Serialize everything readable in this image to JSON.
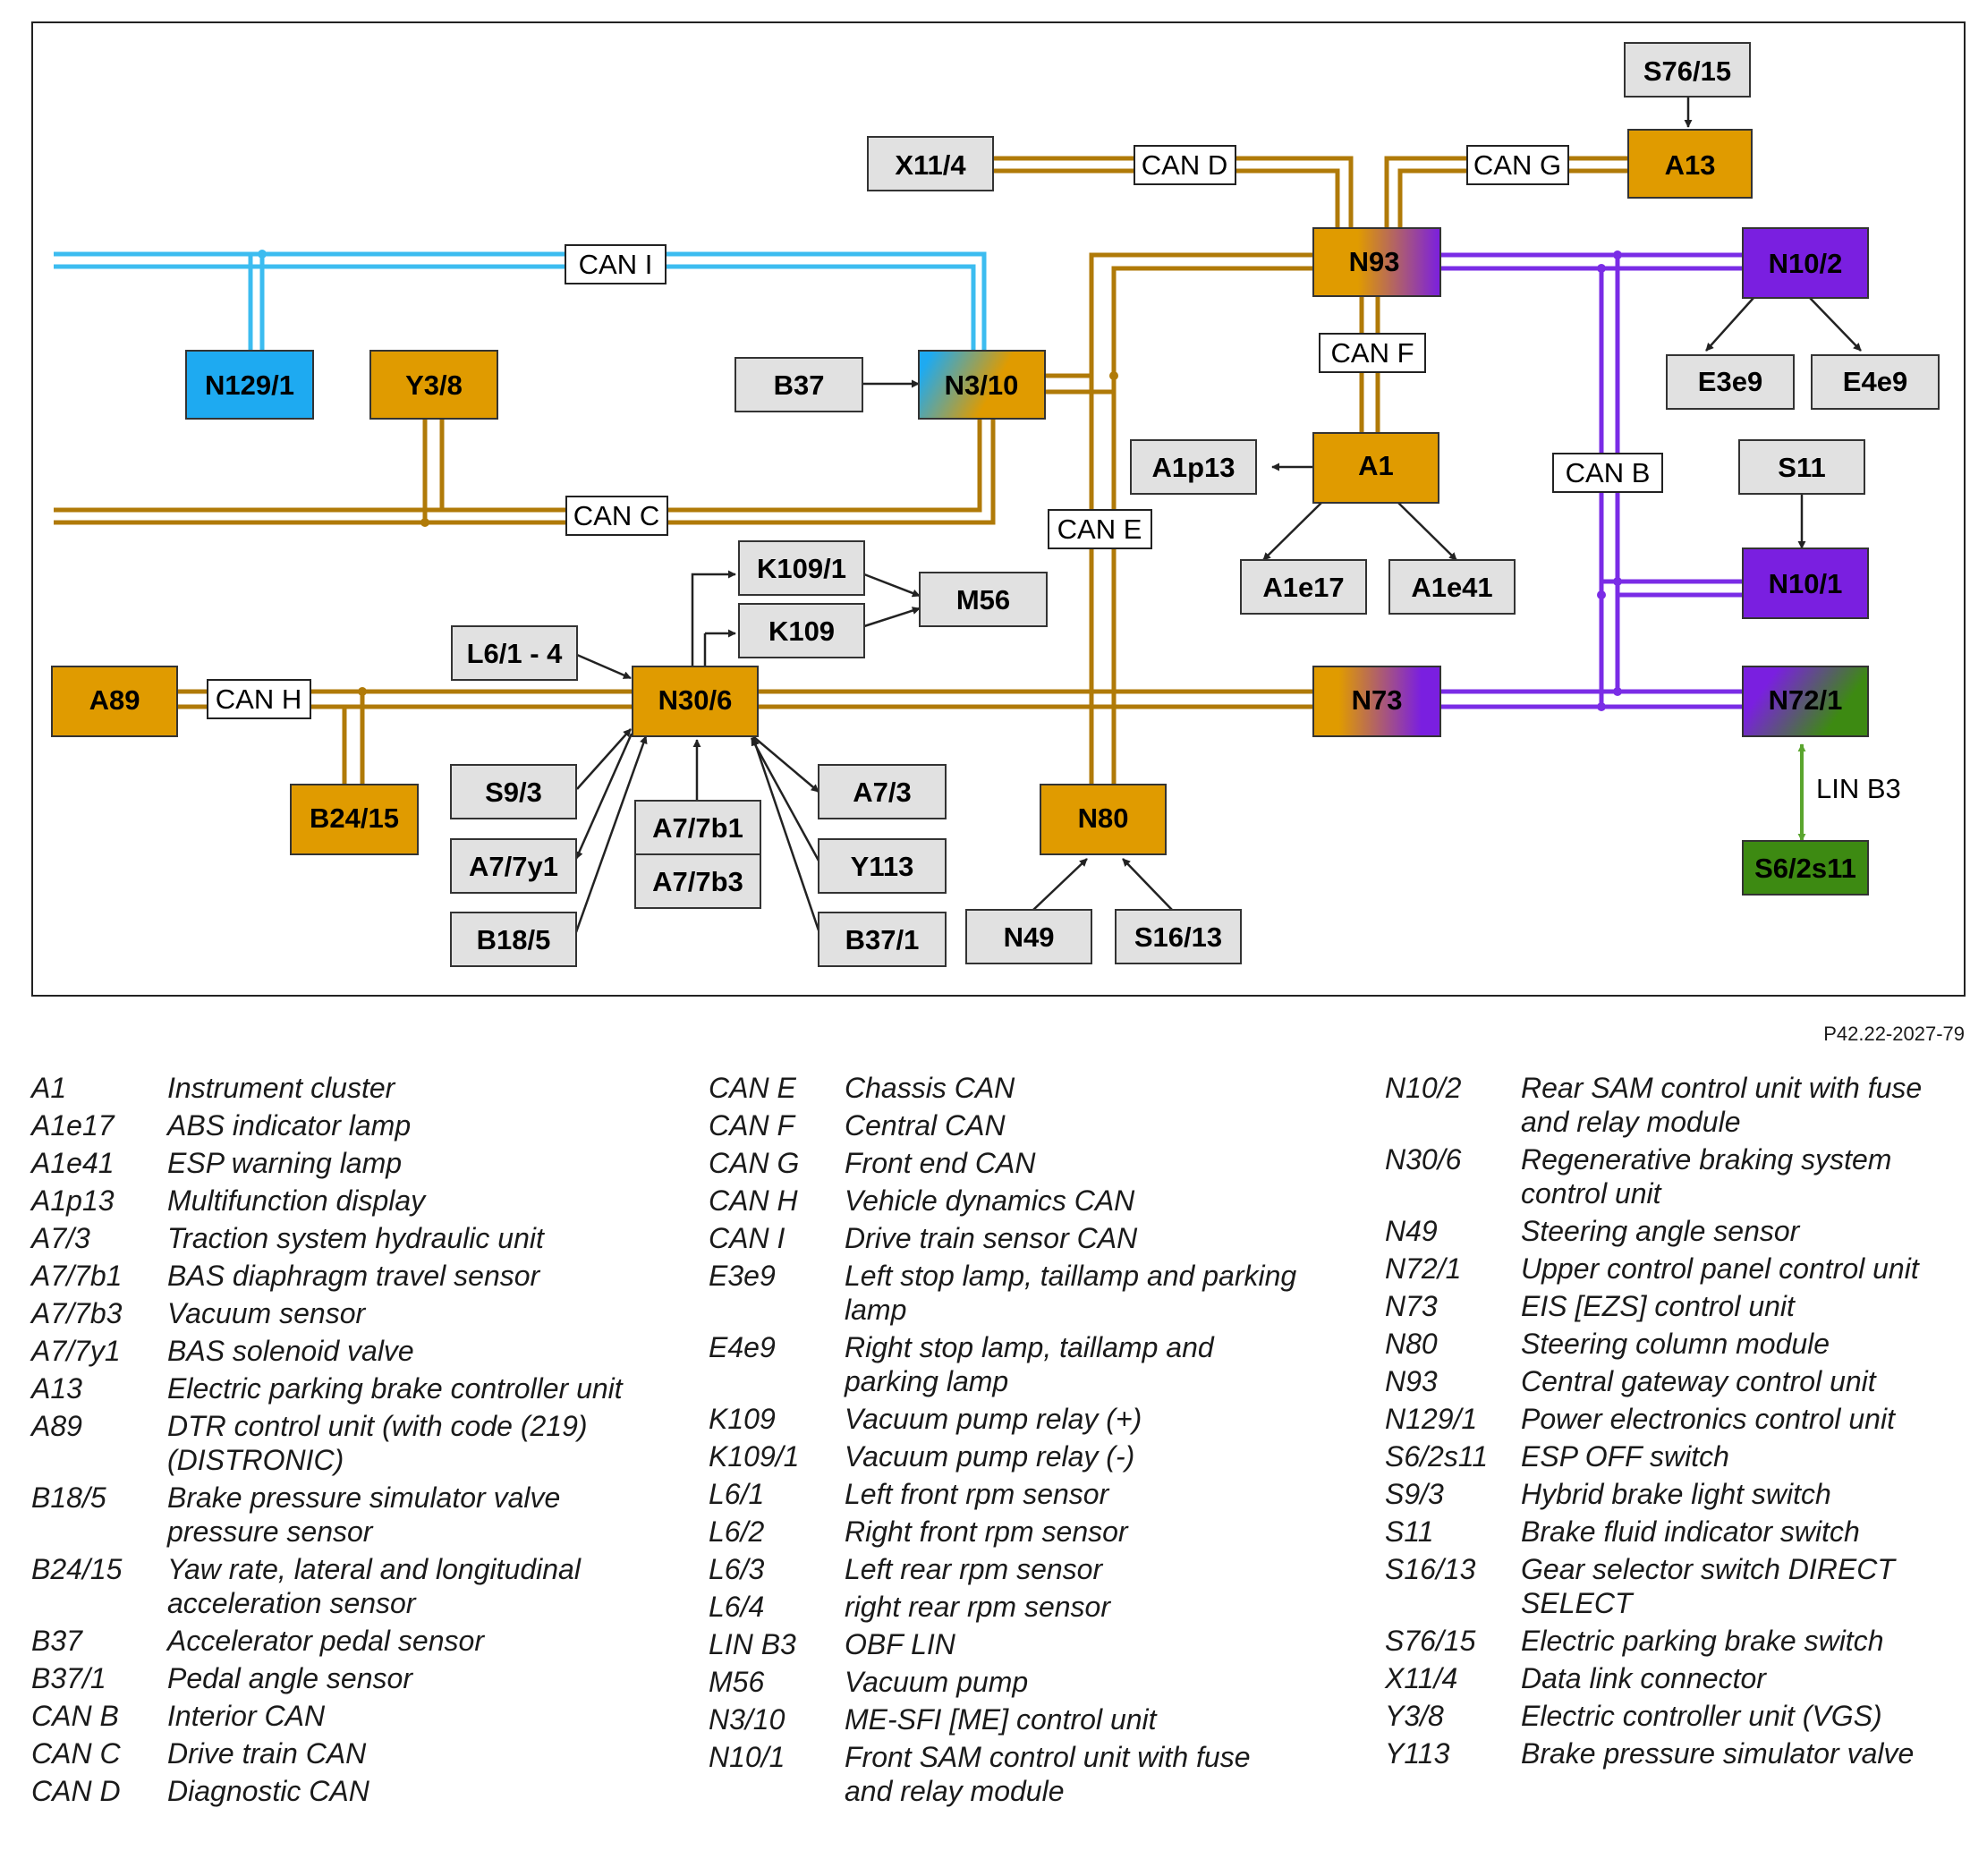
{
  "boxes": {
    "S76_15": "S76/15",
    "X11_4": "X11/4",
    "A13": "A13",
    "N93": "N93",
    "N10_2": "N10/2",
    "N129_1": "N129/1",
    "Y3_8": "Y3/8",
    "B37": "B37",
    "N3_10": "N3/10",
    "E3e9": "E3e9",
    "E4e9": "E4e9",
    "A1p13": "A1p13",
    "A1": "A1",
    "S11": "S11",
    "A1e17": "A1e17",
    "A1e41": "A1e41",
    "N10_1": "N10/1",
    "K109_1": "K109/1",
    "M56": "M56",
    "K109": "K109",
    "L6_1_4": "L6/1 - 4",
    "A89": "A89",
    "N30_6": "N30/6",
    "N73": "N73",
    "N72_1": "N72/1",
    "B24_15": "B24/15",
    "S9_3": "S9/3",
    "A7_7b1": "A7/7b1",
    "A7_3": "A7/3",
    "N80": "N80",
    "A7_7y1": "A7/7y1",
    "A7_7b3": "A7/7b3",
    "Y113": "Y113",
    "S6_2s11": "S6/2s11",
    "B18_5": "B18/5",
    "B37_1": "B37/1",
    "N49": "N49",
    "S16_13": "S16/13"
  },
  "buses": {
    "can_d": "CAN D",
    "can_g": "CAN G",
    "can_i": "CAN I",
    "can_f": "CAN F",
    "can_b": "CAN B",
    "can_c": "CAN C",
    "can_e": "CAN E",
    "can_h": "CAN H",
    "lin_b3": "LIN B3"
  },
  "reference": "P42.22-2027-79",
  "colors": {
    "orange": "#e09b00",
    "blue": "#1eaaf1",
    "purple": "#7a1fe0",
    "green": "#3d8a12",
    "gray": "#e1e1e1",
    "bus_brown": "#b07a08",
    "bus_blue": "#3cbcf0",
    "bus_purple": "#7a2ce6",
    "bus_green": "#5aa52e"
  },
  "legend": {
    "col1": [
      {
        "code": "A1",
        "desc": "Instrument cluster"
      },
      {
        "code": "A1e17",
        "desc": "ABS indicator lamp"
      },
      {
        "code": "A1e41",
        "desc": "ESP warning lamp"
      },
      {
        "code": "A1p13",
        "desc": "Multifunction display"
      },
      {
        "code": "A7/3",
        "desc": "Traction system hydraulic unit"
      },
      {
        "code": "A7/7b1",
        "desc": "BAS diaphragm travel sensor"
      },
      {
        "code": "A7/7b3",
        "desc": "Vacuum sensor"
      },
      {
        "code": "A7/7y1",
        "desc": "BAS solenoid valve"
      },
      {
        "code": "A13",
        "desc": "Electric parking brake controller unit"
      },
      {
        "code": "A89",
        "desc": "DTR control unit (with code (219) (DISTRONIC)"
      },
      {
        "code": "B18/5",
        "desc": "Brake pressure simulator valve pressure sensor"
      },
      {
        "code": "B24/15",
        "desc": "Yaw rate, lateral and longitudinal acceleration sensor"
      },
      {
        "code": "B37",
        "desc": "Accelerator pedal sensor"
      },
      {
        "code": "B37/1",
        "desc": "Pedal angle sensor"
      },
      {
        "code": "CAN B",
        "desc": "Interior CAN"
      },
      {
        "code": "CAN C",
        "desc": "Drive train CAN"
      },
      {
        "code": "CAN D",
        "desc": "Diagnostic CAN"
      }
    ],
    "col2": [
      {
        "code": "CAN E",
        "desc": "Chassis CAN"
      },
      {
        "code": "CAN F",
        "desc": "Central CAN"
      },
      {
        "code": "CAN G",
        "desc": "Front end CAN"
      },
      {
        "code": "CAN H",
        "desc": "Vehicle dynamics CAN"
      },
      {
        "code": "CAN I",
        "desc": "Drive train sensor CAN"
      },
      {
        "code": "E3e9",
        "desc": "Left stop lamp, taillamp and parking lamp"
      },
      {
        "code": "E4e9",
        "desc": "Right stop lamp, taillamp and parking lamp"
      },
      {
        "code": "K109",
        "desc": "Vacuum pump relay (+)"
      },
      {
        "code": "K109/1",
        "desc": "Vacuum pump relay (-)"
      },
      {
        "code": "L6/1",
        "desc": "Left front rpm sensor"
      },
      {
        "code": "L6/2",
        "desc": "Right front rpm sensor"
      },
      {
        "code": "L6/3",
        "desc": "Left rear rpm sensor"
      },
      {
        "code": "L6/4",
        "desc": "right rear rpm sensor"
      },
      {
        "code": "LIN B3",
        "desc": "OBF LIN"
      },
      {
        "code": "M56",
        "desc": "Vacuum pump"
      },
      {
        "code": "N3/10",
        "desc": "ME-SFI [ME] control unit"
      },
      {
        "code": "N10/1",
        "desc": "Front SAM control unit with fuse and relay module"
      }
    ],
    "col3": [
      {
        "code": "N10/2",
        "desc": "Rear SAM control unit with fuse and relay module"
      },
      {
        "code": "N30/6",
        "desc": "Regenerative braking system control unit"
      },
      {
        "code": "N49",
        "desc": "Steering angle sensor"
      },
      {
        "code": "N72/1",
        "desc": "Upper control panel control unit"
      },
      {
        "code": "N73",
        "desc": "EIS [EZS] control unit"
      },
      {
        "code": "N80",
        "desc": "Steering column module"
      },
      {
        "code": "N93",
        "desc": "Central gateway control unit"
      },
      {
        "code": "N129/1",
        "desc": "Power electronics control unit"
      },
      {
        "code": "S6/2s11",
        "desc": "ESP OFF switch"
      },
      {
        "code": "S9/3",
        "desc": "Hybrid brake light switch"
      },
      {
        "code": "S11",
        "desc": "Brake fluid indicator switch"
      },
      {
        "code": "S16/13",
        "desc": "Gear selector switch DIRECT SELECT"
      },
      {
        "code": "S76/15",
        "desc": "Electric parking brake switch"
      },
      {
        "code": "X11/4",
        "desc": "Data link connector"
      },
      {
        "code": "Y3/8",
        "desc": "Electric controller unit (VGS)"
      },
      {
        "code": "Y113",
        "desc": "Brake pressure simulator valve"
      }
    ]
  }
}
